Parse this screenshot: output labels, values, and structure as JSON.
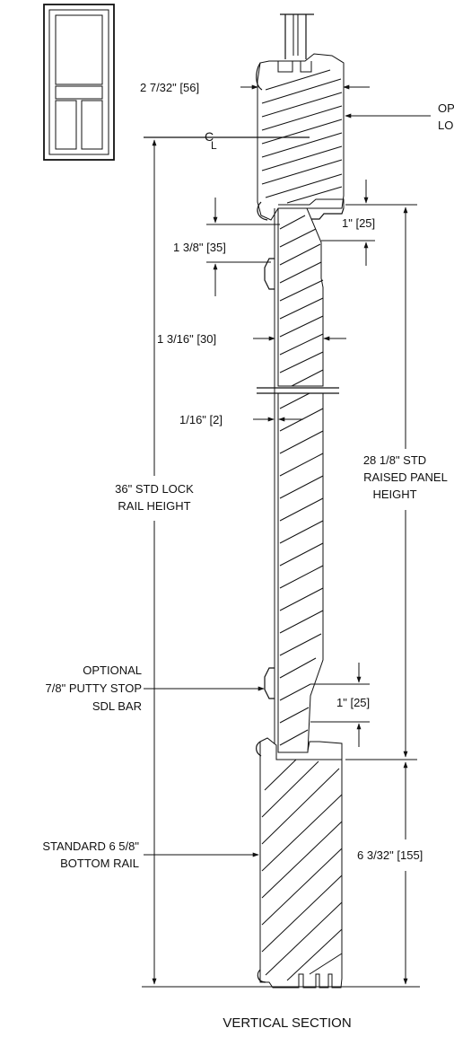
{
  "drawing": {
    "title": "VERTICAL SECTION",
    "centerline_symbol_top": "C",
    "centerline_symbol_bottom": "L"
  },
  "dimensions": {
    "lock_rail_thickness": "2 7/32\" [56]",
    "top_bead": "1 3/8\" [35]",
    "panel_raise_top": "1\" [25]",
    "panel_thickness": "1 3/16\" [30]",
    "panel_gap": "1/16\" [2]",
    "panel_raise_bottom": "1\" [25]",
    "bottom_rail_height": "6 3/32\" [155]"
  },
  "callouts": {
    "optional_lock_rail": [
      "OP",
      "LO"
    ],
    "lock_rail_height": [
      "36\" STD LOCK",
      "RAIL HEIGHT"
    ],
    "raised_panel_height": [
      "28 1/8\" STD",
      "RAISED PANEL",
      "HEIGHT"
    ],
    "putty_stop": [
      "OPTIONAL",
      "7/8\" PUTTY STOP",
      "SDL BAR"
    ],
    "bottom_rail": [
      "STANDARD 6 5/8\"",
      "BOTTOM RAIL"
    ]
  },
  "colors": {
    "line": "#111111",
    "background": "#ffffff"
  }
}
